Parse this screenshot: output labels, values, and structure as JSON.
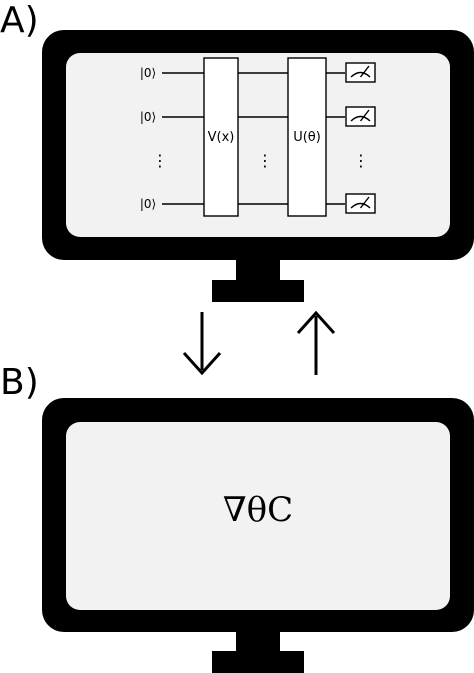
{
  "panels": {
    "a_label": "A)",
    "b_label": "B)"
  },
  "circuit": {
    "qubits": [
      "|0⟩",
      "|0⟩",
      "⋮",
      "|0⟩"
    ],
    "encoding_gate": "V(x)",
    "ansatz_gate": "U(θ)",
    "dots": "⋮"
  },
  "gradient": {
    "text": "∇θC"
  },
  "arrows": {
    "down": "down-arrow",
    "up": "up-arrow"
  },
  "colors": {
    "frame": "#000000",
    "screen": "#f2f2f2",
    "gate": "#ffffff"
  }
}
